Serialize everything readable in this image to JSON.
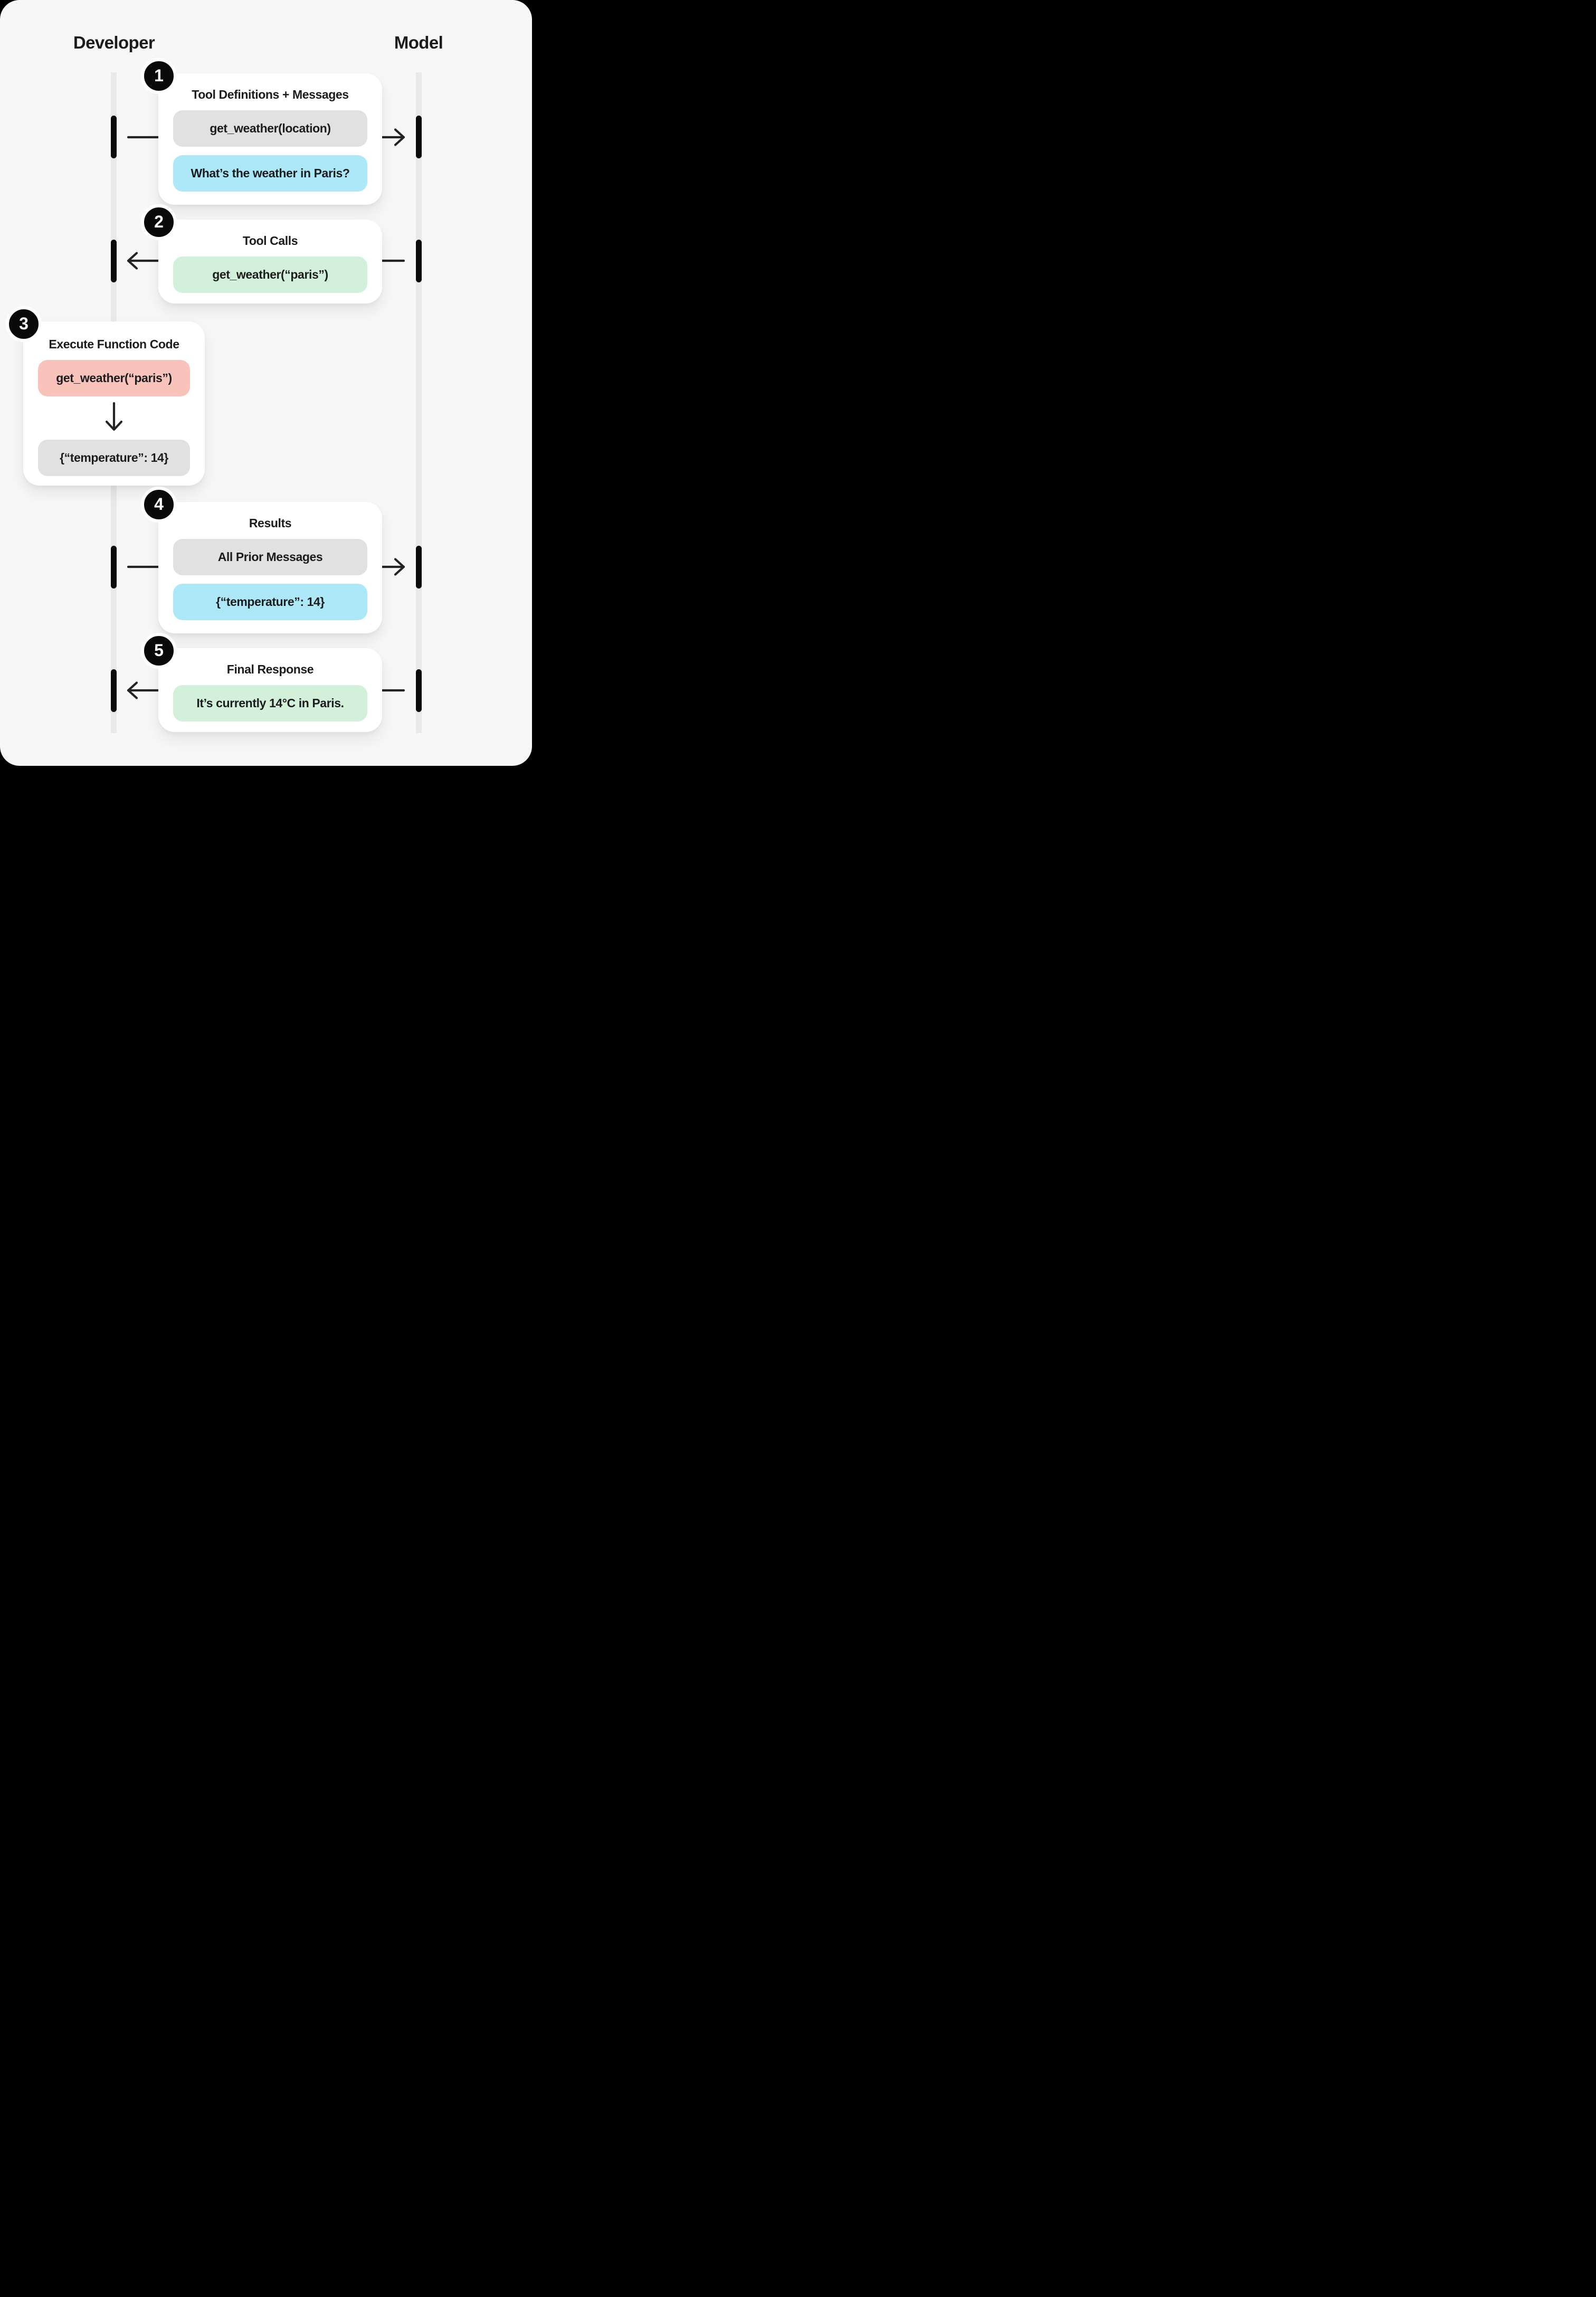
{
  "lanes": {
    "developer": "Developer",
    "model": "Model"
  },
  "steps": [
    {
      "number": "1",
      "title": "Tool Definitions + Messages",
      "direction": "developer-to-model",
      "pills": [
        {
          "kind": "tool-definition",
          "color": "gray",
          "text": "get_weather(location)"
        },
        {
          "kind": "user-message",
          "color": "blue",
          "text": "What’s the weather in Paris?"
        }
      ]
    },
    {
      "number": "2",
      "title": "Tool Calls",
      "direction": "model-to-developer",
      "pills": [
        {
          "kind": "tool-call",
          "color": "green",
          "text": "get_weather(“paris”)"
        }
      ]
    },
    {
      "number": "3",
      "title": "Execute Function Code",
      "direction": "internal-down",
      "pills": [
        {
          "kind": "function-execution",
          "color": "red",
          "text": "get_weather(“paris”)"
        },
        {
          "kind": "function-output",
          "color": "gray",
          "text": "{“temperature”: 14}"
        }
      ]
    },
    {
      "number": "4",
      "title": "Results",
      "direction": "developer-to-model",
      "pills": [
        {
          "kind": "prior-messages",
          "color": "gray",
          "text": "All Prior Messages"
        },
        {
          "kind": "tool-result",
          "color": "blue",
          "text": "{“temperature”: 14}"
        }
      ]
    },
    {
      "number": "5",
      "title": "Final Response",
      "direction": "model-to-developer",
      "pills": [
        {
          "kind": "assistant-message",
          "color": "green",
          "text": "It’s currently 14°C in Paris."
        }
      ]
    }
  ],
  "colors": {
    "outer_bg": "#000000",
    "canvas_bg": "#f7f7f7",
    "card_bg": "#ffffff",
    "pill_gray": "#e1e1e1",
    "pill_blue": "#ace8f8",
    "pill_green": "#d3f1da",
    "pill_red": "#f9c2bb",
    "lifeline": "#e9e9e9",
    "ink": "#1b1c1e"
  }
}
